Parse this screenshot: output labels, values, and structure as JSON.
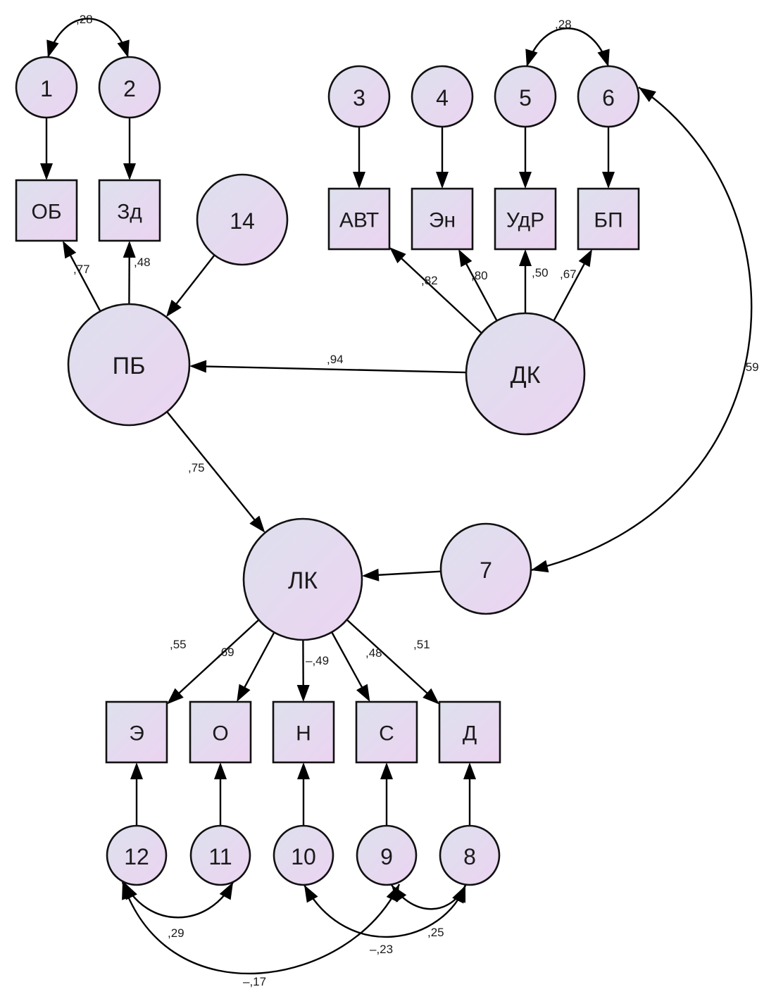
{
  "diagram": {
    "type": "structural-equation-model",
    "fill_colors": {
      "start": "#dde1ee",
      "end": "#ecd3f0"
    },
    "stroke_color": "#111111",
    "latent_variables": [
      {
        "id": "ПБ",
        "label": "ПБ"
      },
      {
        "id": "ДК",
        "label": "ДК"
      },
      {
        "id": "ЛК",
        "label": "ЛК"
      }
    ],
    "observed_variables": [
      {
        "id": "ОБ",
        "label": "ОБ"
      },
      {
        "id": "Зд",
        "label": "Зд"
      },
      {
        "id": "АВТ",
        "label": "АВТ"
      },
      {
        "id": "Эн",
        "label": "Эн"
      },
      {
        "id": "УдР",
        "label": "УдР"
      },
      {
        "id": "БП",
        "label": "БП"
      },
      {
        "id": "Э",
        "label": "Э"
      },
      {
        "id": "О",
        "label": "О"
      },
      {
        "id": "Н",
        "label": "Н"
      },
      {
        "id": "С",
        "label": "С"
      },
      {
        "id": "Д",
        "label": "Д"
      }
    ],
    "error_terms": [
      {
        "id": "1",
        "label": "1"
      },
      {
        "id": "2",
        "label": "2"
      },
      {
        "id": "3",
        "label": "3"
      },
      {
        "id": "4",
        "label": "4"
      },
      {
        "id": "5",
        "label": "5"
      },
      {
        "id": "6",
        "label": "6"
      },
      {
        "id": "7",
        "label": "7"
      },
      {
        "id": "8",
        "label": "8"
      },
      {
        "id": "9",
        "label": "9"
      },
      {
        "id": "10",
        "label": "10"
      },
      {
        "id": "11",
        "label": "11"
      },
      {
        "id": "12",
        "label": "12"
      },
      {
        "id": "14",
        "label": "14"
      }
    ],
    "paths": [
      {
        "from": "1",
        "to": "ОБ",
        "label": ""
      },
      {
        "from": "2",
        "to": "Зд",
        "label": ""
      },
      {
        "from": "3",
        "to": "АВТ",
        "label": ""
      },
      {
        "from": "4",
        "to": "Эн",
        "label": ""
      },
      {
        "from": "5",
        "to": "УдР",
        "label": ""
      },
      {
        "from": "6",
        "to": "БП",
        "label": ""
      },
      {
        "from": "ПБ",
        "to": "ОБ",
        "label": ",77"
      },
      {
        "from": "ПБ",
        "to": "Зд",
        "label": ",48"
      },
      {
        "from": "14",
        "to": "ПБ",
        "label": ""
      },
      {
        "from": "ДК",
        "to": "АВТ",
        "label": ",82"
      },
      {
        "from": "ДК",
        "to": "Эн",
        "label": ",80"
      },
      {
        "from": "ДК",
        "to": "УдР",
        "label": ",50"
      },
      {
        "from": "ДК",
        "to": "БП",
        "label": ",67"
      },
      {
        "from": "ДК",
        "to": "ПБ",
        "label": ",94"
      },
      {
        "from": "ПБ",
        "to": "ЛК",
        "label": ",75"
      },
      {
        "from": "7",
        "to": "ЛК",
        "label": ""
      },
      {
        "from": "ЛК",
        "to": "Э",
        "label": ",55"
      },
      {
        "from": "ЛК",
        "to": "О",
        "label": ",69"
      },
      {
        "from": "ЛК",
        "to": "Н",
        "label": "–,49"
      },
      {
        "from": "ЛК",
        "to": "С",
        "label": ",48"
      },
      {
        "from": "ЛК",
        "to": "Д",
        "label": ",51"
      },
      {
        "from": "12",
        "to": "Э",
        "label": ""
      },
      {
        "from": "11",
        "to": "О",
        "label": ""
      },
      {
        "from": "10",
        "to": "Н",
        "label": ""
      },
      {
        "from": "9",
        "to": "С",
        "label": ""
      },
      {
        "from": "8",
        "to": "Д",
        "label": ""
      }
    ],
    "covariances": [
      {
        "a": "1",
        "b": "2",
        "label": ",28"
      },
      {
        "a": "5",
        "b": "6",
        "label": ",28"
      },
      {
        "a": "6",
        "b": "7",
        "label": ",59"
      },
      {
        "a": "12",
        "b": "11",
        "label": ",29"
      },
      {
        "a": "12",
        "b": "9",
        "label": "–,17"
      },
      {
        "a": "10",
        "b": "8",
        "label": "–,23"
      },
      {
        "a": "9",
        "b": "8",
        "label": ",25"
      }
    ]
  }
}
